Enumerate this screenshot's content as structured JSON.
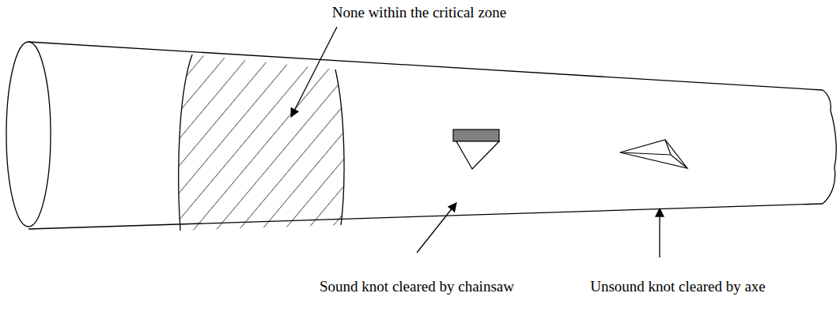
{
  "diagram": {
    "labels": [
      "None within the critical zone",
      "Sound knot cleared by chainsaw",
      "Unsound knot cleared by axe"
    ]
  }
}
